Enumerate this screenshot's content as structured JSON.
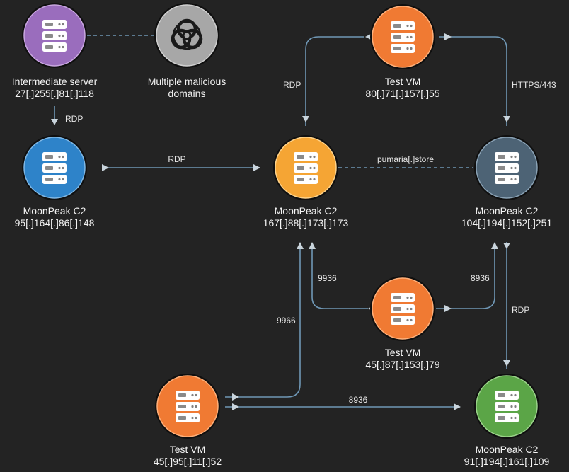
{
  "colors": {
    "background": "#232323",
    "edge": "#6f97b5",
    "purple": "#9a6dbd",
    "gray": "#a7a7a7",
    "blue": "#2e83c9",
    "orange": "#f07a33",
    "amber": "#f5a534",
    "slate": "#4d6375",
    "green": "#5ba547"
  },
  "nodes": {
    "intermediate": {
      "title": "Intermediate server",
      "ip": "27[.]255[.]81[.]118",
      "icon": "server-icon",
      "color": "purple"
    },
    "malicious": {
      "title": "Multiple malicious",
      "title2": "domains",
      "icon": "biohazard-icon",
      "color": "gray"
    },
    "testvm_top": {
      "title": "Test VM",
      "ip": "80[.]71[.]157[.]55",
      "icon": "server-icon",
      "color": "orange"
    },
    "c2_blue": {
      "title": "MoonPeak C2",
      "ip": "95[.]164[.]86[.]148",
      "icon": "server-icon",
      "color": "blue"
    },
    "c2_center": {
      "title": "MoonPeak C2",
      "ip": "167[.]88[.]173[.]173",
      "icon": "server-icon",
      "color": "amber"
    },
    "c2_right": {
      "title": "MoonPeak C2",
      "ip": "104[.]194[.]152[.]251",
      "icon": "server-icon",
      "color": "slate"
    },
    "testvm_mid": {
      "title": "Test VM",
      "ip": "45[.]87[.]153[.]79",
      "icon": "server-icon",
      "color": "orange"
    },
    "testvm_bottom": {
      "title": "Test VM",
      "ip": "45[.]95[.]11[.]52",
      "icon": "server-icon",
      "color": "orange"
    },
    "c2_green": {
      "title": "MoonPeak C2",
      "ip": "91[.]194[.]161[.]109",
      "icon": "server-icon",
      "color": "green"
    }
  },
  "edge_labels": {
    "rdp_intermediate": "RDP",
    "rdp_blue_center": "RDP",
    "rdp_testvm_center": "RDP",
    "https_443": "HTTPS/443",
    "pumaria": "pumaria[.]store",
    "port_9936_mid": "9936",
    "port_8936_mid": "8936",
    "port_9966": "9966",
    "rdp_right_green": "RDP",
    "port_8936_bottom": "8936"
  }
}
